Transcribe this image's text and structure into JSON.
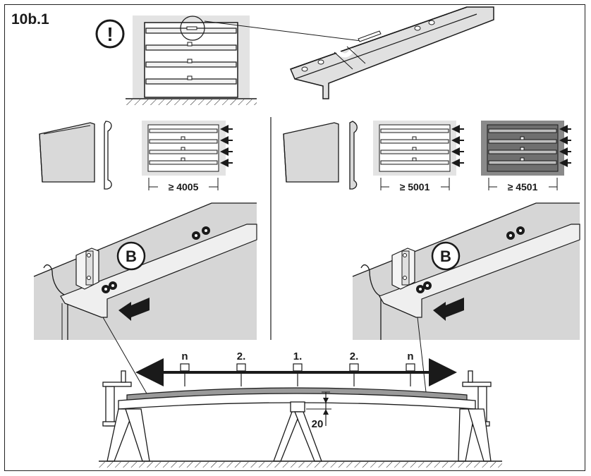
{
  "figure_id": "10b.1",
  "warning_symbol": "!",
  "callout_letter": "B",
  "dimensions": {
    "left_min_width": "≥ 4005",
    "mid_min_width": "≥ 5001",
    "right_min_width": "≥ 4501",
    "deflection": "20"
  },
  "screw_order_labels": [
    "n",
    "2.",
    "1.",
    "2.",
    "n"
  ],
  "icons": {
    "warning": "exclamation-circle-icon",
    "arrow": "push-arrow-icon"
  },
  "colors": {
    "line": "#1a1a1a",
    "panel_fill": "#d9d9d9",
    "panel_dark": "#6f6f6f",
    "page": "#ffffff"
  }
}
